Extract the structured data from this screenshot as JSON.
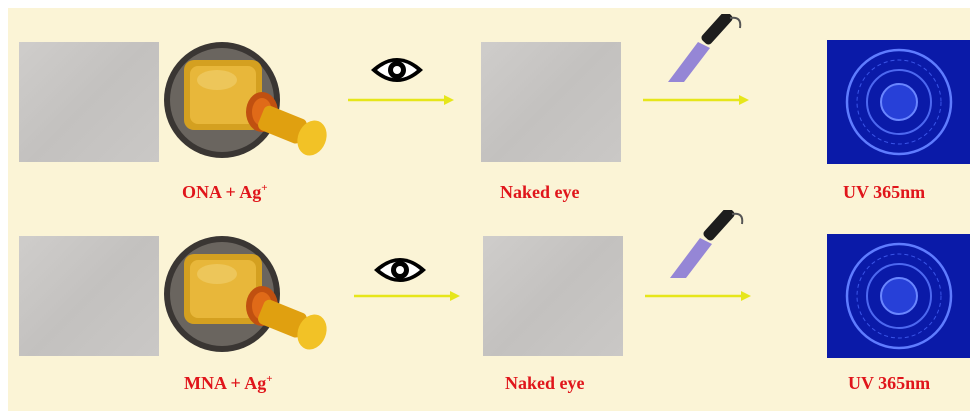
{
  "rows": [
    {
      "sample_label": "ONA + Ag",
      "naked_label": "Naked eye",
      "uv_label": "UV 365nm"
    },
    {
      "sample_label": "MNA + Ag",
      "naked_label": "Naked eye",
      "uv_label": "UV 365nm"
    }
  ],
  "ion_charge": "+",
  "colors": {
    "background": "#fbf4d6",
    "label": "#e0151b",
    "arrow": "#e6e61a",
    "uv_panel": "#0a1aa8",
    "paper": "#c8c6c4"
  },
  "icons": [
    "eye-icon",
    "uv-flashlight-icon",
    "stamp-seal-icon",
    "arrow-right-icon"
  ]
}
